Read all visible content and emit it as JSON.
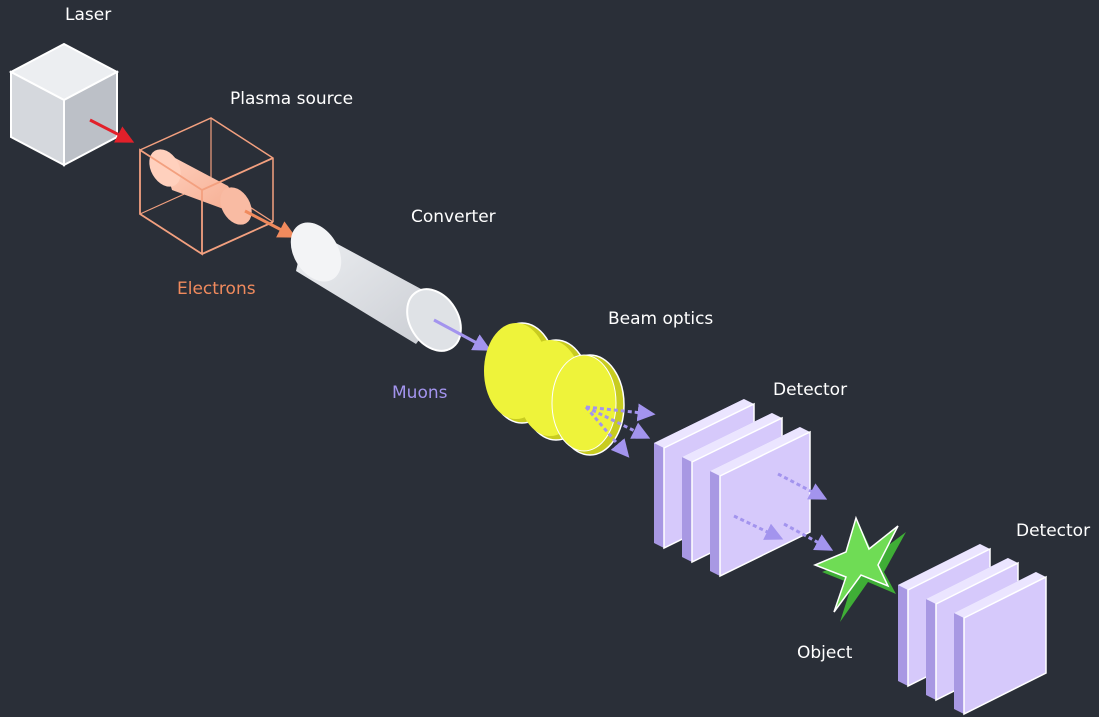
{
  "labels": {
    "laser": "Laser",
    "plasma_source": "Plasma source",
    "electrons": "Electrons",
    "converter": "Converter",
    "muons": "Muons",
    "beam_optics": "Beam optics",
    "detector_1": "Detector",
    "detector_2": "Detector",
    "object": "Object"
  },
  "colors": {
    "background": "#2a2f38",
    "label_text": "#ffffff",
    "laser_beam": "#e2202a",
    "electrons": "#f08a5d",
    "muons": "#a394ee",
    "lens": "#eef33a",
    "detector": "#d6c9fb",
    "object": "#6fdc55"
  }
}
